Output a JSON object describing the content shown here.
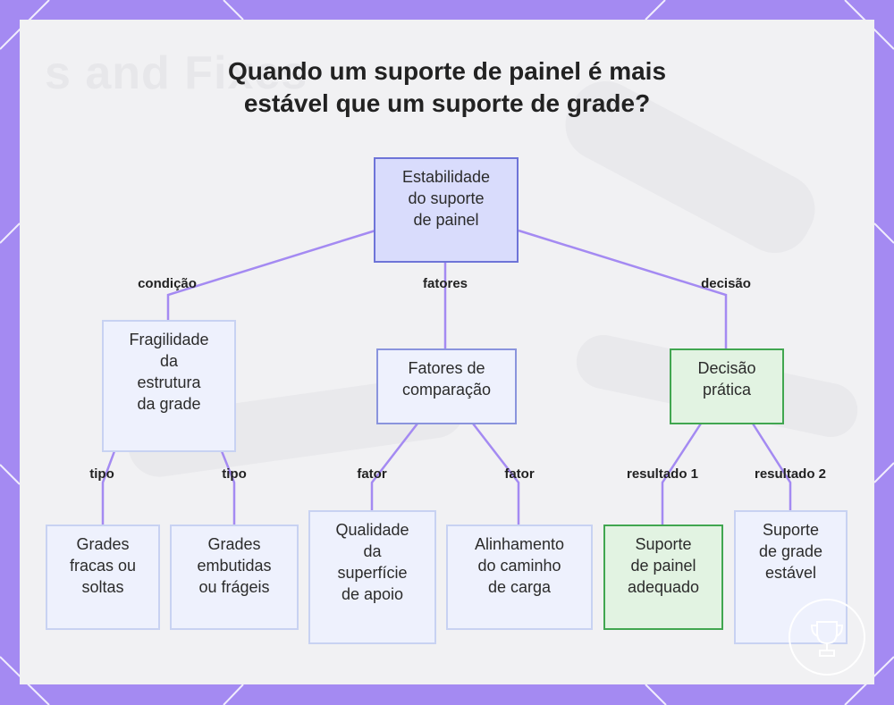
{
  "title": {
    "line1": "Quando um suporte de painel é mais",
    "line2": "estável que um suporte de grade?"
  },
  "background_watermark": "s and Fixes",
  "nodes": {
    "root": "Estabilidade\ndo suporte\nde painel",
    "fragility": "Fragilidade\nda\nestrutura\nda grade",
    "factors": "Fatores de\ncomparação",
    "decision": "Decisão\nprática",
    "weak_grids": "Grades\nfracas ou\nsoltas",
    "embedded_grids": "Grades\nembutidas\nou frágeis",
    "surface_quality": "Qualidade\nda\nsuperfície\nde apoio",
    "load_path": "Alinhamento\ndo caminho\nde carga",
    "panel_support": "Suporte\nde painel\nadequado",
    "grid_support": "Suporte\nde grade\nestável"
  },
  "edge_labels": {
    "condition": "condição",
    "factors": "fatores",
    "decision": "decisão",
    "type_1": "tipo",
    "type_2": "tipo",
    "factor_1": "fator",
    "factor_2": "fator",
    "result_1": "resultado 1",
    "result_2": "resultado 2"
  },
  "colors": {
    "frame": "#a48af2",
    "edge": "#a48af2",
    "root_fill": "#d9dcfc",
    "node_fill": "#eef1fd",
    "decision_fill": "#e2f3e2",
    "decision_border": "#41a650"
  },
  "icons": {
    "badge": "trophy-badge-icon"
  }
}
